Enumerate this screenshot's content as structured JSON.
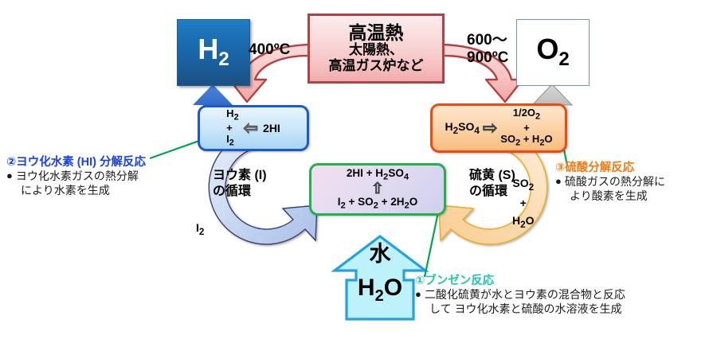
{
  "diagram": {
    "title_products": {
      "hydrogen_label": "H2",
      "oxygen_label": "O2"
    },
    "heat_source": {
      "heading": "高温熱",
      "line2": "太陽熱、",
      "line3": "高温ガス炉など",
      "border_color": "#b34141",
      "fill_color": "#f6c2c2"
    },
    "temperatures": {
      "left": "400ºC",
      "right_line1": "600～",
      "right_line2": "900ºC"
    },
    "reaction_hi": {
      "left_line1": "H2",
      "left_line2": "+",
      "left_line3": "I2",
      "arrow": "⇦",
      "right": "2HI",
      "border_color": "#1a59d0"
    },
    "reaction_h2so4": {
      "left": "H2SO4",
      "arrow": "⇨",
      "right_line1": "1/2O2",
      "right_line2": "+",
      "right_line3": "SO2 + H2O",
      "border_color": "#ef4a10"
    },
    "reaction_bunsen": {
      "top": "2HI + H2SO4",
      "arrow": "⇧",
      "bottom": "I2 + SO2 + 2H2O",
      "border_color": "#22b14c"
    },
    "cycles": {
      "iodine_line1": "ヨウ素 (I)",
      "iodine_line2": "の循環",
      "iodine_species": "I2",
      "iodine_color": "#c5d6f2",
      "sulfur_line1": "硫黄 (S)",
      "sulfur_line2": "の循環",
      "sulfur_species_line1": "SO2",
      "sulfur_species_line2": "+",
      "sulfur_species_line3": "H2O",
      "sulfur_color": "#fbd9a8"
    },
    "water_input": {
      "line1": "水",
      "line2": "H2O",
      "fill_color": "#bdf2fb",
      "border_color": "#22a0e8"
    },
    "annotations": [
      {
        "id": "bunsen",
        "number": "①",
        "title": "ブンゼン反応",
        "bullet": "●",
        "body_line1": "二酸化硫黄が水とヨウ素の混合物と反応",
        "body_line2": "して ヨウ化水素と硫酸の水溶液を生成",
        "color": "#21c7a8"
      },
      {
        "id": "hi-decomposition",
        "number": "②",
        "title": "ヨウ化水素 (HI) 分解反応",
        "bullet": "●",
        "body_line1": "ヨウ化水素ガスの熱分解",
        "body_line2": "により水素を生成",
        "color": "#1a41e8"
      },
      {
        "id": "sulfuric-acid-decomposition",
        "number": "③",
        "title": "硫酸分解反応",
        "bullet": "●",
        "body_line1": "硫酸ガスの熱分解に",
        "body_line2": "より酸素を生成",
        "color": "#f07a13"
      }
    ]
  }
}
